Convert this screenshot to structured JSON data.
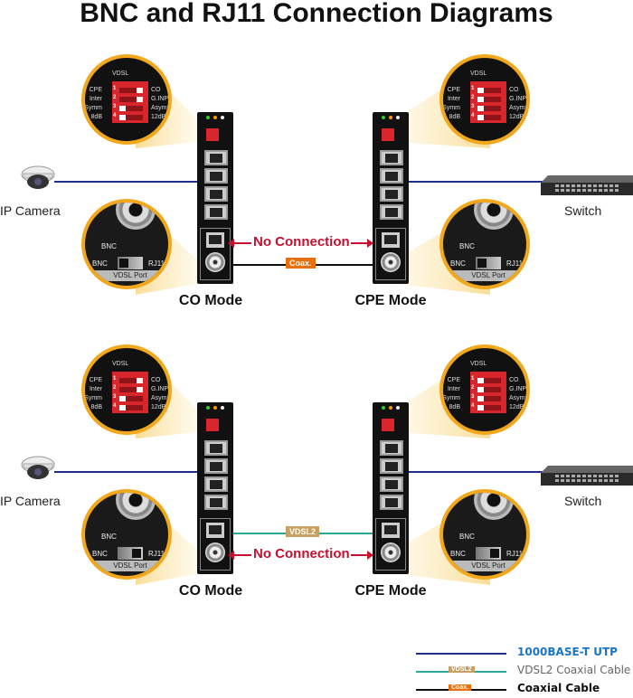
{
  "title": "BNC and RJ11 Connection Diagrams",
  "colors": {
    "utp": "#1f2f8c",
    "vdsl2": "#2aa79b",
    "coax": "#111111",
    "no_connection": "#c8102e",
    "coax_tag": "#e8700c",
    "vdsl2_tag": "#c9a063",
    "callout_ring": "#f2a81d"
  },
  "dip_labels": {
    "heading": "VDSL",
    "left": [
      "CPE",
      "Inter",
      "Symm",
      "8dB"
    ],
    "right": [
      "CO",
      "G.INP",
      "Asymm",
      "12dB"
    ],
    "numbers": [
      "1",
      "2",
      "3",
      "4"
    ]
  },
  "port_labels": {
    "bnc_top": "BNC",
    "slider_left": "BNC",
    "slider_right": "RJ11",
    "strip": "VDSL Port"
  },
  "panels": [
    {
      "camera_label": "IP Camera",
      "switch_label": "Switch",
      "left_mode": "CO Mode",
      "right_mode": "CPE Mode",
      "no_connection": "No Connection",
      "cable_tag": "Coax.",
      "cable_type": "coax",
      "left_dip": [
        "right",
        "right",
        "left",
        "left"
      ],
      "right_dip": [
        "left",
        "left",
        "left",
        "left"
      ],
      "port_selector": "BNC"
    },
    {
      "camera_label": "IP Camera",
      "switch_label": "Switch",
      "left_mode": "CO Mode",
      "right_mode": "CPE Mode",
      "no_connection": "No Connection",
      "cable_tag": "VDSL2",
      "cable_type": "vdsl2",
      "left_dip": [
        "right",
        "right",
        "left",
        "left"
      ],
      "right_dip": [
        "left",
        "left",
        "left",
        "left"
      ],
      "port_selector": "RJ11"
    }
  ],
  "legend": [
    {
      "label": "1000BASE-T UTP",
      "type": "utp",
      "tag": ""
    },
    {
      "label": "VDSL2 Coaxial Cable",
      "type": "vdsl2",
      "tag": "VDSL2"
    },
    {
      "label": "Coaxial Cable",
      "type": "coax",
      "tag": "Coax."
    }
  ]
}
